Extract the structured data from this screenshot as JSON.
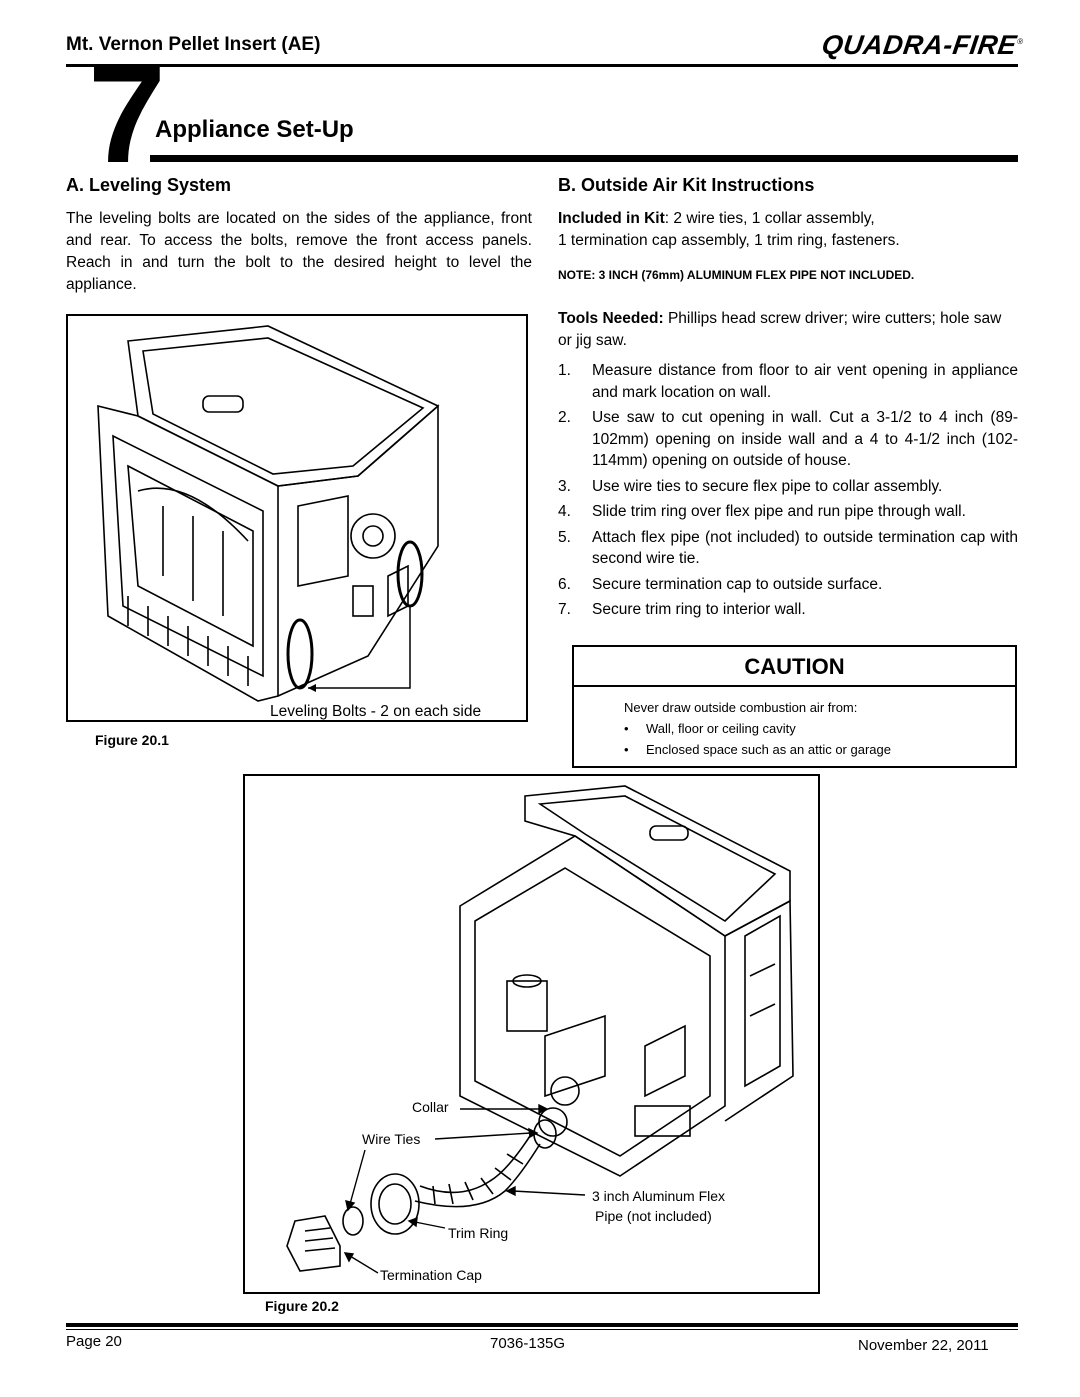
{
  "header": {
    "title": "Mt. Vernon Pellet Insert (AE)",
    "logo": "QUADRA-FIRE",
    "logo_mark": "®"
  },
  "chapter": {
    "number": "7",
    "title": "Appliance Set-Up"
  },
  "section_a": {
    "heading": "A.  Leveling System",
    "paragraph": "The leveling bolts are located on the sides of the appliance, front and rear.  To access the bolts, remove the front access panels.  Reach in and turn the bolt to the desired height to level the appliance.",
    "figure_caption": "Leveling Bolts - 2 on each side",
    "figure_label": "Figure 20.1"
  },
  "section_b": {
    "heading": "B. Outside Air Kit Instructions",
    "kit_label": "Included in Kit",
    "kit_text_1": ":  2 wire ties, 1 collar assembly,",
    "kit_text_2": "1 termination cap assembly, 1 trim ring, fasteners.",
    "note": "NOTE:  3 INCH (76mm) ALUMINUM FLEX PIPE NOT INCLUDED.",
    "tools_label": "Tools Needed:",
    "tools_text": " Phillips head screw driver; wire cutters; hole saw or jig saw.",
    "steps": [
      {
        "n": "1.",
        "text": "Measure distance from floor to air vent opening in appliance and mark location on wall."
      },
      {
        "n": "2.",
        "text": "Use saw to cut opening in wall. Cut a 3-1/2 to 4 inch (89-102mm) opening on inside wall and a 4 to 4-1/2 inch (102-114mm) opening on outside of house."
      },
      {
        "n": "3.",
        "text": "Use wire ties to secure flex pipe to collar assembly."
      },
      {
        "n": "4.",
        "text": "Slide trim ring over flex pipe and run pipe through wall."
      },
      {
        "n": "5.",
        "text": "Attach flex pipe (not included) to outside termination cap with second wire tie."
      },
      {
        "n": "6.",
        "text": "Secure termination cap to outside surface."
      },
      {
        "n": "7.",
        "text": "Secure trim ring to interior wall."
      }
    ]
  },
  "caution": {
    "title": "CAUTION",
    "intro": "Never draw outside combustion air from:",
    "items": [
      "Wall, floor or ceiling cavity",
      "Enclosed space such as an attic or garage"
    ]
  },
  "figure2": {
    "label": "Figure 20.2",
    "callouts": {
      "collar": "Collar",
      "wire_ties": "Wire Ties",
      "flex_1": "3 inch Aluminum Flex",
      "flex_2": "Pipe (not included)",
      "trim_ring": "Trim Ring",
      "termination_cap": "Termination Cap"
    }
  },
  "footer": {
    "page": "Page  20",
    "code": "7036-135G",
    "date": "November 22, 2011"
  }
}
